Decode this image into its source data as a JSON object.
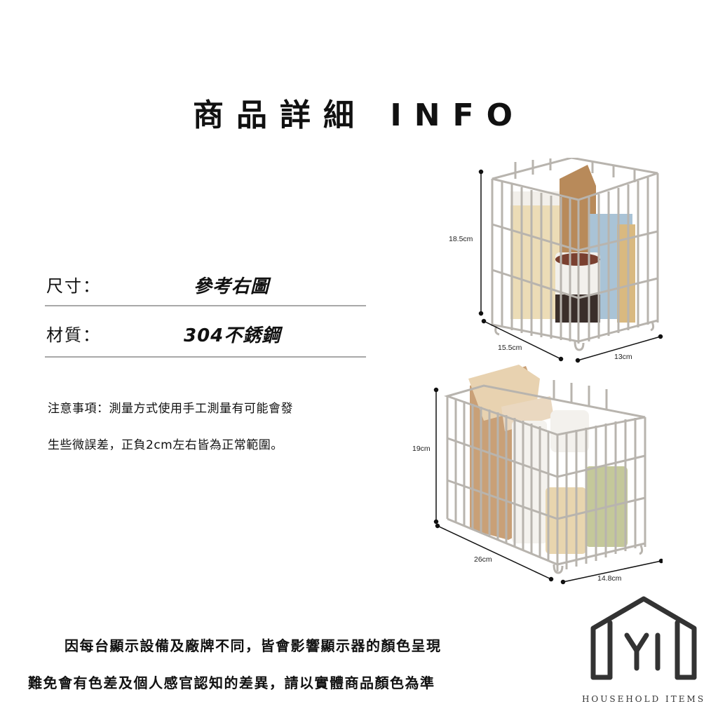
{
  "header": {
    "title": "商品詳細 INFO"
  },
  "specs": [
    {
      "label": "尺寸：",
      "value": "參考右圖"
    },
    {
      "label": "材質：",
      "value": "304不銹鋼"
    }
  ],
  "note": {
    "line1": "注意事項：測量方式使用手工測量有可能會發",
    "line2": "生些微誤差，正負2cm左右皆為正常範圍。"
  },
  "products": [
    {
      "name": "small-basket",
      "height": "18.5cm",
      "length": "15.5cm",
      "width": "13cm"
    },
    {
      "name": "large-basket",
      "height": "19cm",
      "length": "26cm",
      "width": "14.8cm"
    }
  ],
  "disclaimer": {
    "line1": "因每台顯示設備及廠牌不同，皆會影響顯示器的顏色呈現",
    "line2": "難免會有色差及個人感官認知的差異，請以實體商品顏色為準"
  },
  "brand": {
    "logo_letters": "YI",
    "tagline": "HOUSEHOLD ITEMS"
  },
  "colors": {
    "text": "#111111",
    "divider": "#a8a8a8",
    "wire": "#b8b4ae",
    "logo": "#333333"
  }
}
